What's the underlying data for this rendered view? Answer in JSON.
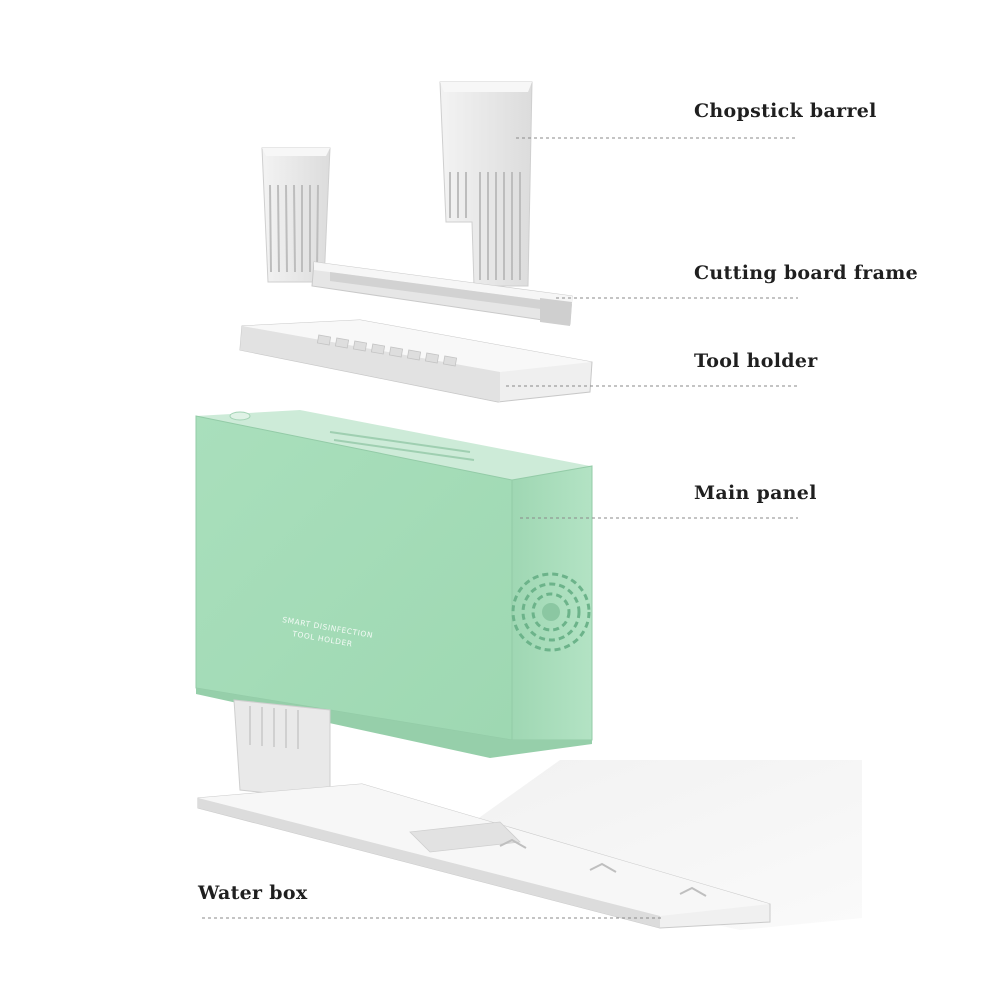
{
  "labels": {
    "chopstick_barrel": "Chopstick barrel",
    "cutting_board_frame": "Cutting board frame",
    "tool_holder": "Tool holder",
    "main_panel": "Main panel",
    "water_box": "Water box"
  },
  "product_text": {
    "line1": "SMART DISINFECTION",
    "line2": "TOOL HOLDER"
  },
  "colors": {
    "panel_green": "#a3dcb8",
    "panel_green_dark": "#8fcfa8",
    "plastic_white": "#ececec",
    "leader_line": "#8a8a8a"
  }
}
